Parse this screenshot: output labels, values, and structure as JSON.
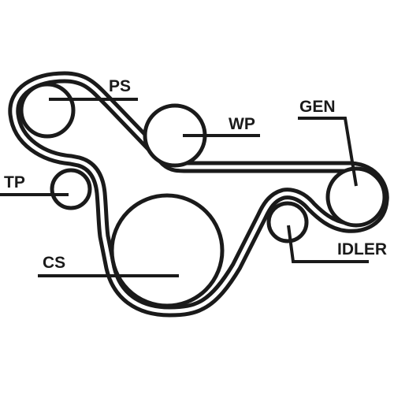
{
  "colors": {
    "line": "#1a1a1a",
    "background": "#ffffff"
  },
  "labels": {
    "ps": "PS",
    "wp": "WP",
    "gen": "GEN",
    "tp": "TP",
    "cs": "CS",
    "idler": "IDLER"
  }
}
